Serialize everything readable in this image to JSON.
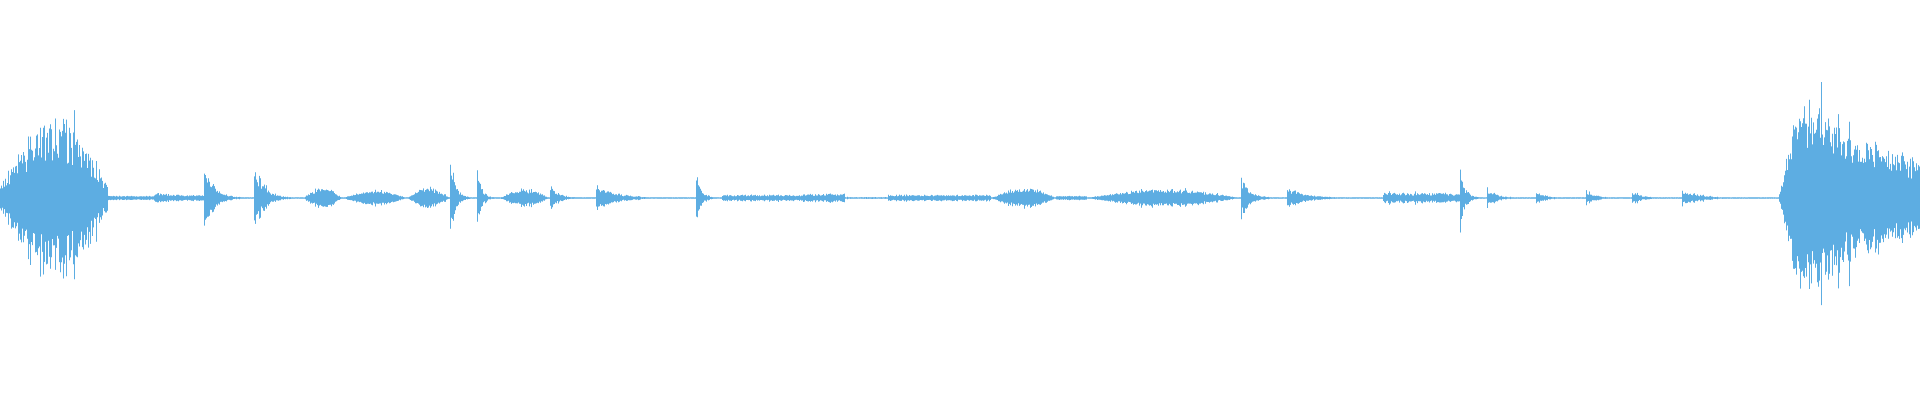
{
  "waveform": {
    "color": "#5dade2",
    "background": "#ffffff",
    "duration_bins": 1920,
    "segments": [
      {
        "start": 0.0,
        "end": 0.056,
        "peak": 0.46,
        "floor": 0.1,
        "shape": "dome"
      },
      {
        "start": 0.056,
        "end": 0.08,
        "peak": 0.02,
        "floor": 0.01,
        "shape": "flat"
      },
      {
        "start": 0.08,
        "end": 0.088,
        "peak": 0.05,
        "floor": 0.01,
        "shape": "flat"
      },
      {
        "start": 0.088,
        "end": 0.106,
        "peak": 0.03,
        "floor": 0.01,
        "shape": "flat"
      },
      {
        "start": 0.106,
        "end": 0.132,
        "peak": 0.22,
        "floor": 0.04,
        "shape": "decay"
      },
      {
        "start": 0.132,
        "end": 0.158,
        "peak": 0.24,
        "floor": 0.04,
        "shape": "decay"
      },
      {
        "start": 0.158,
        "end": 0.178,
        "peak": 0.06,
        "floor": 0.02,
        "shape": "swell"
      },
      {
        "start": 0.178,
        "end": 0.212,
        "peak": 0.04,
        "floor": 0.02,
        "shape": "swell"
      },
      {
        "start": 0.212,
        "end": 0.234,
        "peak": 0.06,
        "floor": 0.02,
        "shape": "swell"
      },
      {
        "start": 0.234,
        "end": 0.248,
        "peak": 0.25,
        "floor": 0.05,
        "shape": "decay"
      },
      {
        "start": 0.248,
        "end": 0.26,
        "peak": 0.2,
        "floor": 0.04,
        "shape": "decay"
      },
      {
        "start": 0.26,
        "end": 0.286,
        "peak": 0.05,
        "floor": 0.02,
        "shape": "swell"
      },
      {
        "start": 0.286,
        "end": 0.31,
        "peak": 0.08,
        "floor": 0.02,
        "shape": "decay"
      },
      {
        "start": 0.31,
        "end": 0.362,
        "peak": 0.08,
        "floor": 0.02,
        "shape": "decay"
      },
      {
        "start": 0.362,
        "end": 0.376,
        "peak": 0.17,
        "floor": 0.03,
        "shape": "decay"
      },
      {
        "start": 0.376,
        "end": 0.418,
        "peak": 0.03,
        "floor": 0.01,
        "shape": "flat"
      },
      {
        "start": 0.418,
        "end": 0.44,
        "peak": 0.04,
        "floor": 0.01,
        "shape": "flat"
      },
      {
        "start": 0.44,
        "end": 0.462,
        "peak": 0.01,
        "floor": 0.0,
        "shape": "flat"
      },
      {
        "start": 0.462,
        "end": 0.516,
        "peak": 0.03,
        "floor": 0.01,
        "shape": "flat"
      },
      {
        "start": 0.516,
        "end": 0.55,
        "peak": 0.06,
        "floor": 0.02,
        "shape": "swell"
      },
      {
        "start": 0.55,
        "end": 0.566,
        "peak": 0.02,
        "floor": 0.01,
        "shape": "flat"
      },
      {
        "start": 0.566,
        "end": 0.646,
        "peak": 0.05,
        "floor": 0.02,
        "shape": "swell"
      },
      {
        "start": 0.646,
        "end": 0.67,
        "peak": 0.13,
        "floor": 0.03,
        "shape": "decay"
      },
      {
        "start": 0.67,
        "end": 0.72,
        "peak": 0.06,
        "floor": 0.02,
        "shape": "decay"
      },
      {
        "start": 0.72,
        "end": 0.76,
        "peak": 0.05,
        "floor": 0.01,
        "shape": "flat"
      },
      {
        "start": 0.76,
        "end": 0.774,
        "peak": 0.18,
        "floor": 0.04,
        "shape": "decay"
      },
      {
        "start": 0.774,
        "end": 0.8,
        "peak": 0.06,
        "floor": 0.02,
        "shape": "decay"
      },
      {
        "start": 0.8,
        "end": 0.826,
        "peak": 0.04,
        "floor": 0.01,
        "shape": "decay"
      },
      {
        "start": 0.826,
        "end": 0.85,
        "peak": 0.05,
        "floor": 0.01,
        "shape": "decay"
      },
      {
        "start": 0.85,
        "end": 0.876,
        "peak": 0.04,
        "floor": 0.01,
        "shape": "decay"
      },
      {
        "start": 0.876,
        "end": 0.926,
        "peak": 0.05,
        "floor": 0.01,
        "shape": "decay"
      },
      {
        "start": 0.926,
        "end": 1.0,
        "peak": 0.6,
        "floor": 0.18,
        "shape": "burst"
      }
    ]
  }
}
